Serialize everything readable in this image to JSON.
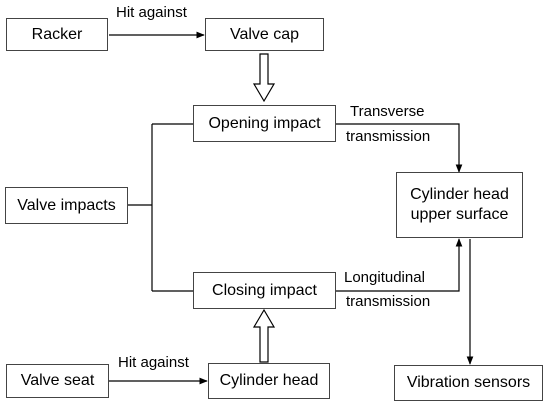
{
  "nodes": {
    "racker": "Racker",
    "valve_cap": "Valve cap",
    "opening_impact": "Opening impact",
    "valve_impacts": "Valve impacts",
    "cylinder_head_upper_line1": "Cylinder head",
    "cylinder_head_upper_line2": "upper surface",
    "closing_impact": "Closing impact",
    "valve_seat": "Valve seat",
    "cylinder_head": "Cylinder head",
    "vibration_sensors": "Vibration sensors"
  },
  "edge_labels": {
    "hit_against_top": "Hit against",
    "transverse_line1": "Transverse",
    "transverse_line2": "transmission",
    "longitudinal_line1": "Longitudinal",
    "longitudinal_line2": "transmission",
    "hit_against_bottom": "Hit against"
  },
  "colors": {
    "line": "#000000",
    "border": "#444444"
  }
}
